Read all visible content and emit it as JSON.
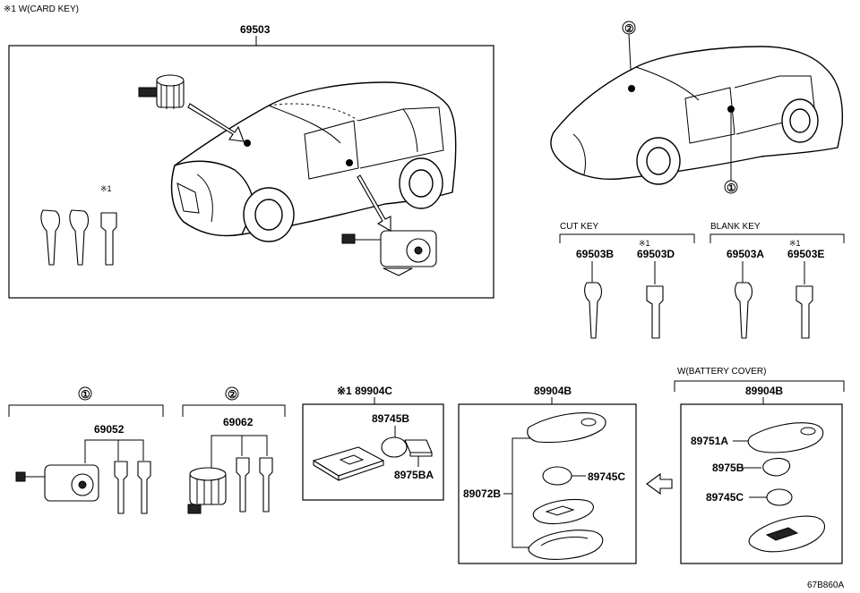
{
  "notes": {
    "top_note": "※1 W(CARD KEY)",
    "figure_code": "67B860A"
  },
  "labels": {
    "main_assembly": "69503",
    "callout_1": "①",
    "callout_2": "②",
    "note_mark": "※1",
    "cut_key_header": "CUT KEY",
    "blank_key_header": "BLANK KEY",
    "cut_key_std": "69503B",
    "cut_key_card": "69503D",
    "blank_key_std": "69503A",
    "blank_key_card": "69503E",
    "cyl_set_1": "69052",
    "cyl_set_2": "69062",
    "card_key_group": "※1 89904C",
    "card_battery": "89745B",
    "card_battery_holder": "8975BA",
    "transmitter_a": "89904B",
    "transmitter_case": "89072B",
    "battery_a": "89745C",
    "battery_cover_header": "W(BATTERY COVER)",
    "transmitter_b": "89904B",
    "cover": "89751A",
    "battery_cover_part": "8975B",
    "battery_b": "89745C"
  }
}
